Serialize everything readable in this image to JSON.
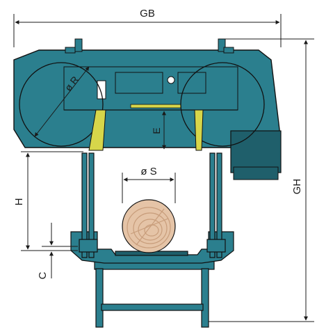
{
  "labels": {
    "gb": "GB",
    "gh": "GH",
    "r": "ø R",
    "s": "ø S",
    "e": "E",
    "h": "H",
    "c": "C"
  },
  "colors": {
    "machine_teal": "#2b7f8e",
    "machine_dark": "#1f5f6b",
    "outline": "#111111",
    "guide_yellow": "#d7d64a",
    "log_fill": "#e5c4a7",
    "log_rings": "#c89d7b",
    "dimension_line": "#1a1a1a"
  }
}
